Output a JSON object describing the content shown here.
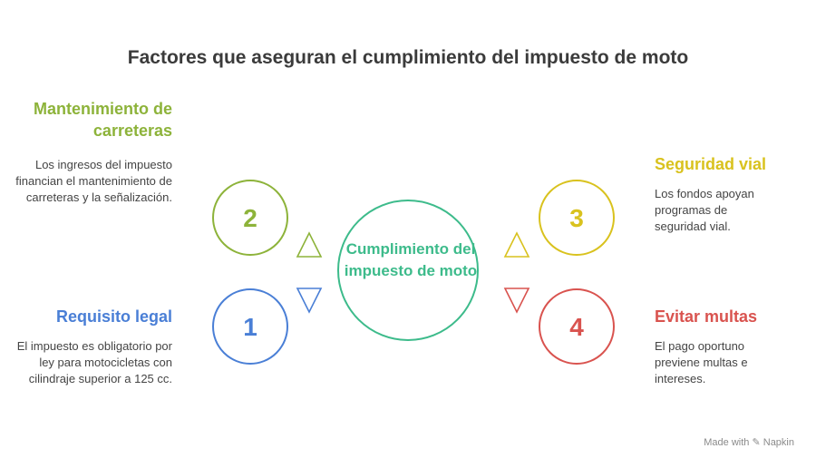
{
  "title": "Factores que aseguran el cumplimiento del impuesto de moto",
  "center": {
    "label": "Cumplimiento del impuesto de moto",
    "color": "#3dbb8b"
  },
  "factors": [
    {
      "number": "1",
      "heading": "Requisito legal",
      "text": "El impuesto es obligatorio por ley para motocicletas con cilindraje superior a 125 cc.",
      "color": "#4a7fd6"
    },
    {
      "number": "2",
      "heading": "Mantenimiento de carreteras",
      "text": "Los ingresos del impuesto financian el mantenimiento de carreteras y la señalización.",
      "color": "#8db33a"
    },
    {
      "number": "3",
      "heading": "Seguridad vial",
      "text": "Los fondos apoyan programas de seguridad vial.",
      "color": "#d9c21e"
    },
    {
      "number": "4",
      "heading": "Evitar multas",
      "text": "El pago oportuno previene multas e intereses.",
      "color": "#d9534f"
    }
  ],
  "footer": {
    "made_with": "Made with",
    "brand": "Napkin"
  }
}
